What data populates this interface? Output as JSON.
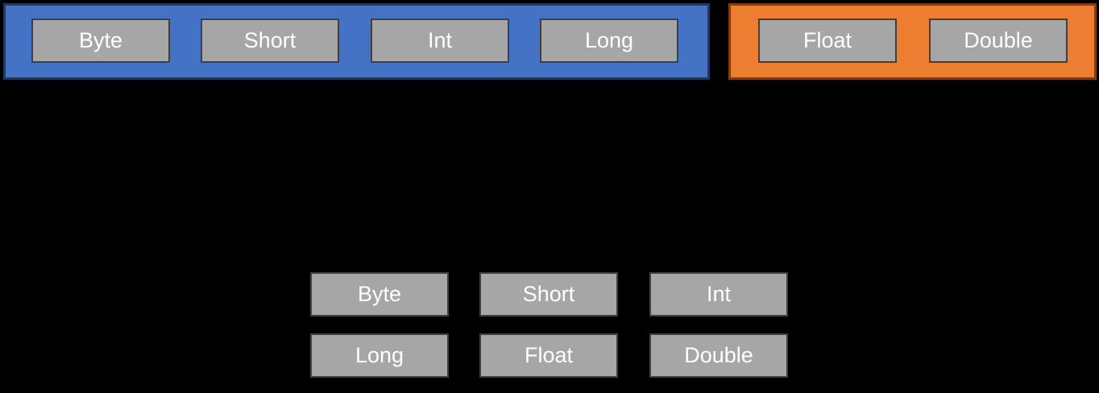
{
  "diagram": {
    "background_color": "#000000",
    "box_fill_color": "#A6A6A6",
    "box_border_color": "#404040",
    "box_text_color": "#FFFFFF",
    "integer_group": {
      "fill_color": "#4472C4",
      "border_color": "#1F3864",
      "items": [
        "Byte",
        "Short",
        "Int",
        "Long"
      ]
    },
    "float_group": {
      "fill_color": "#ED7D31",
      "border_color": "#843C0C",
      "items": [
        "Float",
        "Double"
      ]
    },
    "bottom_grid": {
      "rows": [
        [
          "Byte",
          "Short",
          "Int"
        ],
        [
          "Long",
          "Float",
          "Double"
        ]
      ]
    }
  }
}
